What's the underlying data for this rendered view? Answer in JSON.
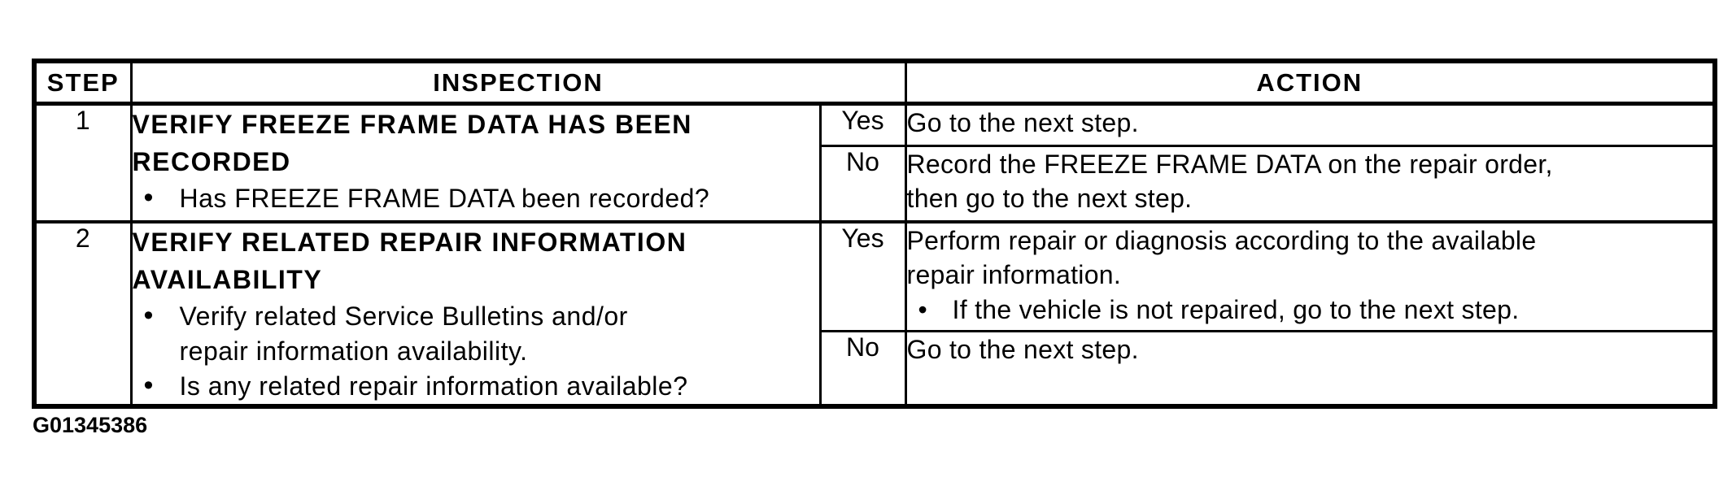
{
  "document": {
    "figure_id": "G01345386",
    "colors": {
      "ink": "#000000",
      "paper": "#ffffff"
    },
    "glyphs": {
      "bullet": "•"
    },
    "table": {
      "headers": {
        "step": "STEP",
        "inspection": "INSPECTION",
        "action": "ACTION"
      },
      "steps": [
        {
          "number": "1",
          "inspection": {
            "title_lines": [
              "VERIFY FREEZE FRAME DATA HAS BEEN",
              "RECORDED"
            ],
            "bullets": [
              {
                "lines": [
                  "Has FREEZE FRAME DATA been recorded?"
                ]
              }
            ]
          },
          "branches": [
            {
              "answer": "Yes",
              "lines": [
                "Go to the next step."
              ],
              "bullets": []
            },
            {
              "answer": "No",
              "lines": [
                "Record the FREEZE FRAME DATA on the repair order,",
                "then go to the next step."
              ],
              "bullets": []
            }
          ]
        },
        {
          "number": "2",
          "inspection": {
            "title_lines": [
              "VERIFY RELATED REPAIR INFORMATION",
              "AVAILABILITY"
            ],
            "bullets": [
              {
                "lines": [
                  "Verify related Service Bulletins and/or",
                  "repair information availability."
                ]
              },
              {
                "lines": [
                  "Is any related repair information available?"
                ]
              }
            ]
          },
          "branches": [
            {
              "answer": "Yes",
              "lines": [
                "Perform repair or diagnosis according to the available",
                "repair information."
              ],
              "bullets": [
                {
                  "lines": [
                    "If the vehicle is not repaired, go to the next step."
                  ]
                }
              ]
            },
            {
              "answer": "No",
              "lines": [
                "Go to the next step."
              ],
              "bullets": []
            }
          ]
        }
      ]
    }
  }
}
